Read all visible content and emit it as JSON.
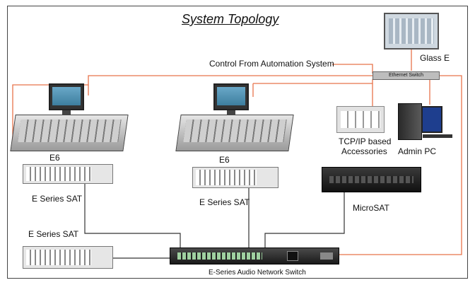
{
  "title": "System Topology",
  "labels": {
    "glass_e": "Glass E",
    "control_from_automation": "Control From Automation System",
    "ethernet_switch": "Ethernet Switch",
    "tcpip_line1": "TCP/IP based",
    "tcpip_line2": "Accessories",
    "admin_pc": "Admin PC",
    "e6_left": "E6",
    "e6_mid": "E6",
    "eseries_sat_left": "E Series SAT",
    "eseries_sat_mid": "E Series SAT",
    "eseries_sat_bottom": "E Series SAT",
    "microsat": "MicroSAT",
    "audio_network_switch": "E-Series Audio Network Switch"
  },
  "colors": {
    "ethernet_link": "#e8734a",
    "audio_link": "#333333"
  }
}
